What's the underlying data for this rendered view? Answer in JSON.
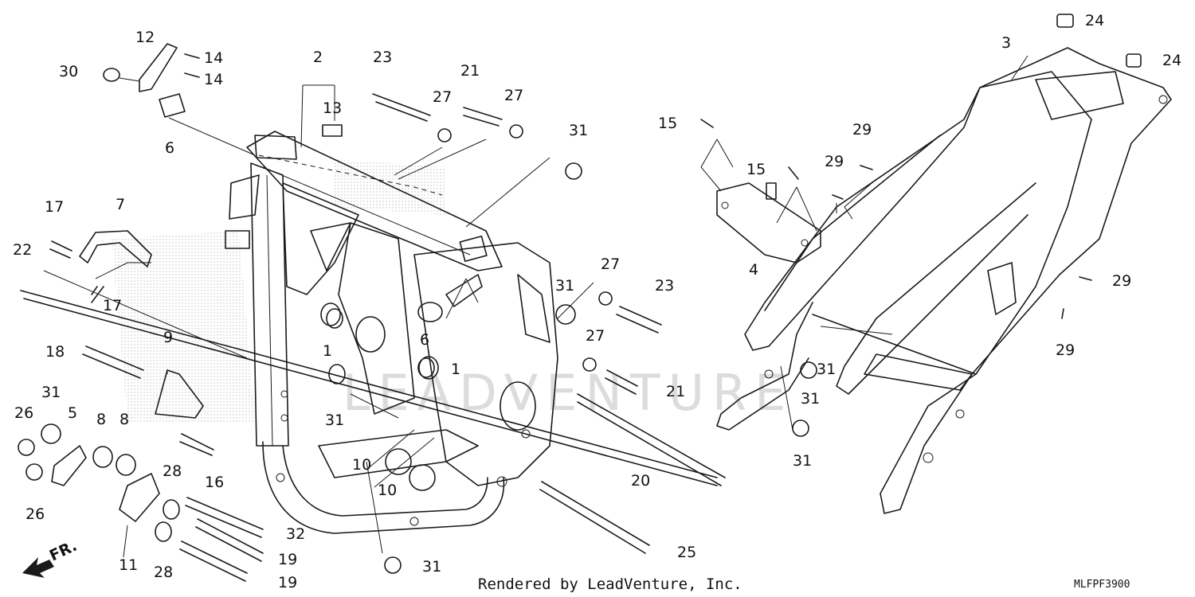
{
  "diagram": {
    "credit": "Rendered by LeadVenture, Inc.",
    "code": "MLFPF3900",
    "direction": "FR.",
    "watermark": "LEADVENTURE",
    "callouts": [
      {
        "n": "1"
      },
      {
        "n": "1"
      },
      {
        "n": "2"
      },
      {
        "n": "3"
      },
      {
        "n": "4"
      },
      {
        "n": "5"
      },
      {
        "n": "6"
      },
      {
        "n": "6"
      },
      {
        "n": "7"
      },
      {
        "n": "8"
      },
      {
        "n": "8"
      },
      {
        "n": "9"
      },
      {
        "n": "10"
      },
      {
        "n": "10"
      },
      {
        "n": "11"
      },
      {
        "n": "12"
      },
      {
        "n": "13"
      },
      {
        "n": "14"
      },
      {
        "n": "14"
      },
      {
        "n": "15"
      },
      {
        "n": "15"
      },
      {
        "n": "16"
      },
      {
        "n": "17"
      },
      {
        "n": "17"
      },
      {
        "n": "18"
      },
      {
        "n": "19"
      },
      {
        "n": "19"
      },
      {
        "n": "20"
      },
      {
        "n": "21"
      },
      {
        "n": "21"
      },
      {
        "n": "22"
      },
      {
        "n": "23"
      },
      {
        "n": "23"
      },
      {
        "n": "24"
      },
      {
        "n": "24"
      },
      {
        "n": "25"
      },
      {
        "n": "26"
      },
      {
        "n": "26"
      },
      {
        "n": "27"
      },
      {
        "n": "27"
      },
      {
        "n": "27"
      },
      {
        "n": "27"
      },
      {
        "n": "28"
      },
      {
        "n": "28"
      },
      {
        "n": "29"
      },
      {
        "n": "29"
      },
      {
        "n": "29"
      },
      {
        "n": "29"
      },
      {
        "n": "30"
      },
      {
        "n": "31"
      },
      {
        "n": "31"
      },
      {
        "n": "31"
      },
      {
        "n": "31"
      },
      {
        "n": "31"
      },
      {
        "n": "31"
      },
      {
        "n": "31"
      },
      {
        "n": "31"
      },
      {
        "n": "32"
      }
    ]
  }
}
